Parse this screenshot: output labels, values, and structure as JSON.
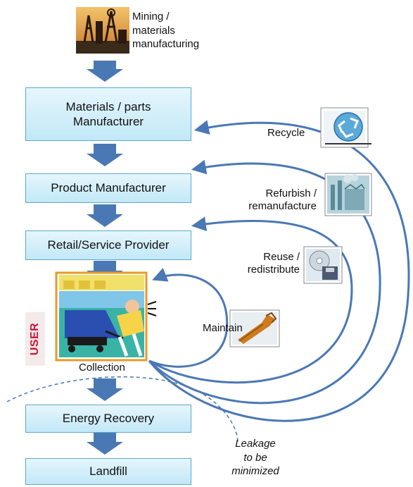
{
  "stages": {
    "mining_label": "Mining / materials manufacturing",
    "mining_line1": "Mining /",
    "mining_line2": "materials",
    "mining_line3": "manufacturing",
    "materials_line1": "Materials / parts",
    "materials_line2": "Manufacturer",
    "product": "Product Manufacturer",
    "retail": "Retail/Service Provider",
    "user": "USER",
    "collection": "Collection",
    "energy": "Energy Recovery",
    "landfill": "Landfill"
  },
  "loops": {
    "recycle": "Recycle",
    "refurbish_line1": "Refurbish /",
    "refurbish_line2": "remanufacture",
    "reuse_line1": "Reuse /",
    "reuse_line2": "redistribute",
    "maintain": "Maintain"
  },
  "leakage": {
    "line1": "Leakage",
    "line2": "to be",
    "line3": "minimized"
  },
  "colors": {
    "arrow_fill": "#4a78b4",
    "loop_stroke": "#4a78b4",
    "box_border": "#5fa8c8",
    "user_text": "#d0103a"
  },
  "icons": [
    "mining-icon",
    "user-worker-icon",
    "recycle-icon",
    "factory-icon",
    "disk-icon",
    "wrench-icon"
  ]
}
